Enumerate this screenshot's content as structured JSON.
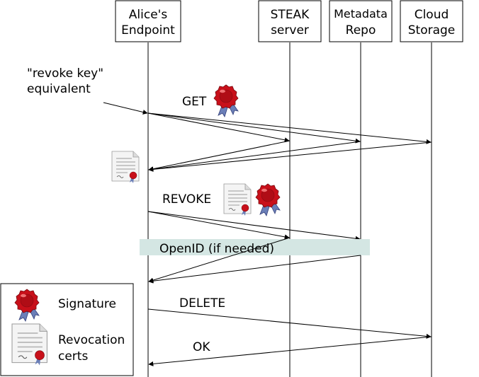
{
  "participants": [
    {
      "line1": "Alice's",
      "line2": "Endpoint"
    },
    {
      "line1": "STEAK",
      "line2": "server"
    },
    {
      "line1": "Metadata",
      "line2": "Repo"
    },
    {
      "line1": "Cloud",
      "line2": "Storage"
    }
  ],
  "note": {
    "line1": "\"revoke key\"",
    "line2": "equivalent"
  },
  "messages": {
    "get": "GET",
    "revoke": "REVOKE",
    "openid": "OpenID (if needed)",
    "delete": "DELETE",
    "ok": "OK"
  },
  "legend": {
    "signature": "Signature",
    "revocation_line1": "Revocation",
    "revocation_line2": "certs"
  },
  "colors": {
    "seal_red": "#c8101a",
    "ribbon_blue": "#6b7fb8",
    "openid_band": "#d4e6e3",
    "line": "#000000"
  },
  "icons": [
    "wax-seal-icon",
    "certificate-icon"
  ]
}
